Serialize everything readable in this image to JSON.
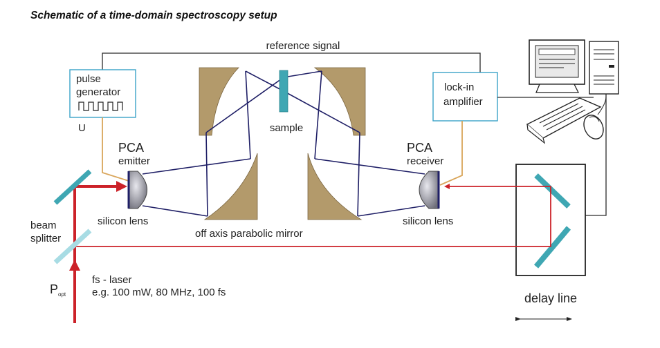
{
  "title": "Schematic of a time-domain spectroscopy setup",
  "labels": {
    "reference_signal": "reference signal",
    "pulse_generator_line1": "pulse",
    "pulse_generator_line2": "generator",
    "voltage": "U",
    "lockin_line1": "lock-in",
    "lockin_line2": "amplifier",
    "sample": "sample",
    "pca_emitter_title": "PCA",
    "pca_emitter_sub": "emitter",
    "pca_receiver_title": "PCA",
    "pca_receiver_sub": "receiver",
    "silicon_lens_left": "silicon lens",
    "silicon_lens_right": "silicon lens",
    "off_axis_mirror": "off axis parabolic mirror",
    "beam_splitter_line1": "beam",
    "beam_splitter_line2": "splitter",
    "p_opt": "P",
    "p_opt_sub": "opt",
    "laser_line1": "fs - laser",
    "laser_line2": "e.g. 100 mW, 80 MHz, 100 fs",
    "delay_line": "delay line"
  },
  "colors": {
    "laser_beam": "#cc2229",
    "thz_beam": "#1f1f66",
    "mirror_fill": "#b39a6b",
    "component_teal": "#3fa7b3",
    "box_border": "#3aa3c8",
    "wire": "#2a2a2a",
    "cable_orange": "#d9a55a"
  }
}
